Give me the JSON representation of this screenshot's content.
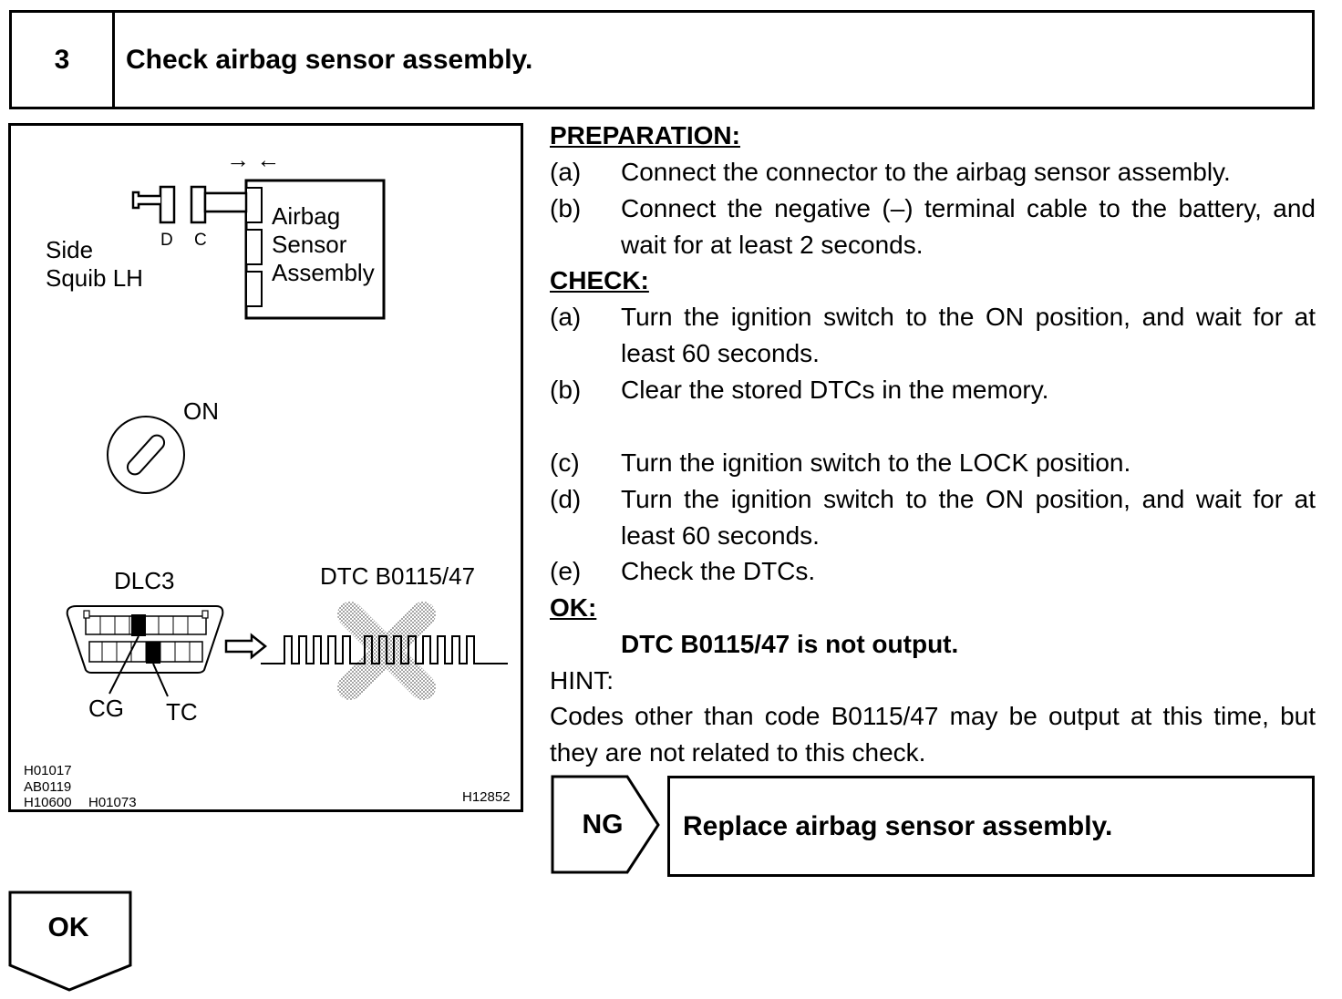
{
  "header": {
    "step_number": "3",
    "title": "Check airbag sensor assembly."
  },
  "figure": {
    "arrows": "→ ←",
    "side_squib": [
      "Side",
      "Squib LH"
    ],
    "connector_d": "D",
    "connector_c": "C",
    "sensor_assembly": [
      "Airbag",
      "Sensor",
      "Assembly"
    ],
    "ignition_on": "ON",
    "dlc3": "DLC3",
    "dtc_code": "DTC B0115/47",
    "terminal_cg": "CG",
    "terminal_tc": "TC",
    "figure_refs": [
      "H01017",
      "AB0119",
      "H10600",
      "H01073"
    ],
    "figure_id": "H12852"
  },
  "preparation": {
    "heading": "PREPARATION:",
    "items": [
      {
        "label": "(a)",
        "text": "Connect the connector to the airbag sensor assembly."
      },
      {
        "label": "(b)",
        "text": "Connect the negative (–) terminal cable to the battery, and wait for at least 2 seconds."
      }
    ]
  },
  "check": {
    "heading": "CHECK:",
    "items": [
      {
        "label": "(a)",
        "text": "Turn the ignition switch to the ON position, and wait for at least 60 seconds."
      },
      {
        "label": "(b)",
        "text": "Clear the stored DTCs in the memory."
      },
      {
        "label": "(c)",
        "text": "Turn the ignition switch to the LOCK position."
      },
      {
        "label": "(d)",
        "text": "Turn the ignition switch to the ON position, and wait for at least 60 seconds."
      },
      {
        "label": "(e)",
        "text": "Check the DTCs."
      }
    ]
  },
  "ok_section": {
    "heading": "OK:",
    "result": "DTC B0115/47 is not output."
  },
  "hint": {
    "heading": "HINT:",
    "text": "Codes other than code B0115/47 may be output at this time, but they are not related to this check."
  },
  "ng": {
    "label": "NG",
    "action": "Replace airbag sensor assembly."
  },
  "ok_flow": {
    "label": "OK"
  }
}
